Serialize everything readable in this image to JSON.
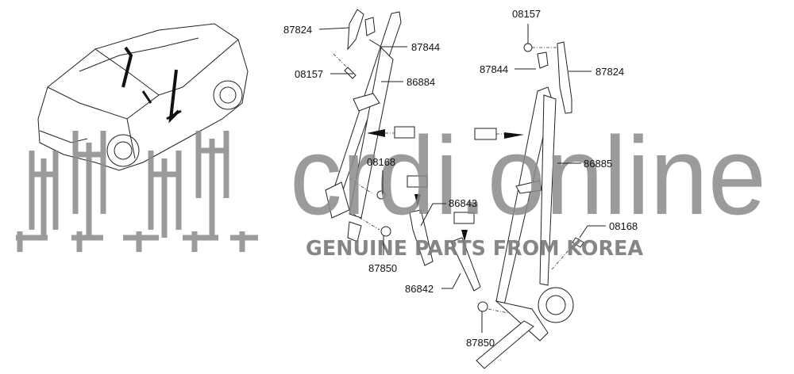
{
  "diagram": {
    "labels": {
      "l_87824_left": "87824",
      "l_87844_left": "87844",
      "l_08157_left": "08157",
      "l_86884": "86884",
      "l_08168_left": "08168",
      "l_86843": "86843",
      "l_87850_left": "87850",
      "l_86842": "86842",
      "l_08157_right": "08157",
      "l_87844_right": "87844",
      "l_87824_right": "87824",
      "l_86885": "86885",
      "l_08168_right": "08168",
      "l_87850_right": "87850"
    }
  },
  "watermark": {
    "brand": "crdi.online",
    "tagline": "GENUINE PARTS FROM KOREA"
  },
  "colors": {
    "watermark": "#8a8a8a",
    "line": "#222222"
  }
}
